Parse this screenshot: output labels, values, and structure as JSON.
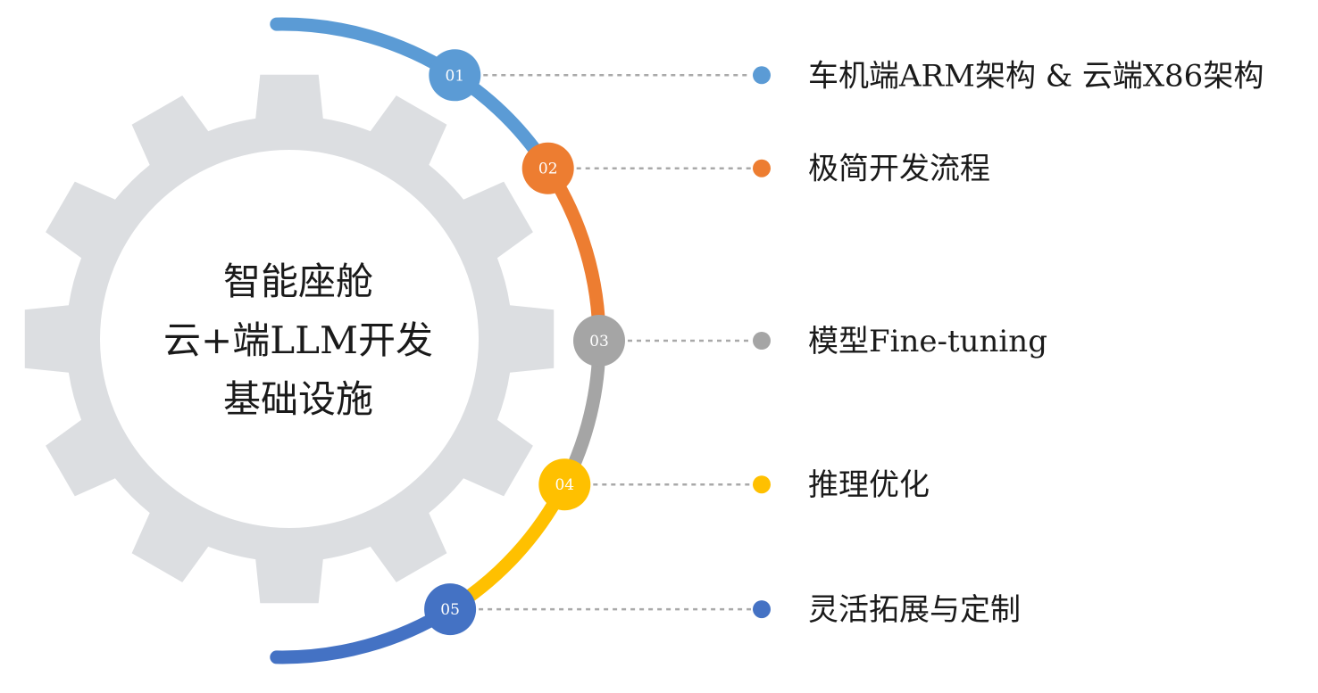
{
  "center_title": {
    "line1": "智能座舱",
    "line2": "云+端LLM开发",
    "line3": "基础设施"
  },
  "colors": {
    "gear": "#dcdee1",
    "gear_inner": "#ffffff",
    "connector": "#a9a9a9",
    "arc_start": "#5b9bd5",
    "arc_end": "#b9bec7"
  },
  "steps": [
    {
      "number": "01",
      "label": "车机端ARM架构 & 云端X86架构",
      "color": "#5b9bd5"
    },
    {
      "number": "02",
      "label": "极简开发流程",
      "color": "#ed7d31"
    },
    {
      "number": "03",
      "label": "模型Fine-tuning",
      "color": "#a5a5a5"
    },
    {
      "number": "04",
      "label": "推理优化",
      "color": "#ffc000"
    },
    {
      "number": "05",
      "label": "灵活拓展与定制",
      "color": "#4472c4"
    }
  ]
}
